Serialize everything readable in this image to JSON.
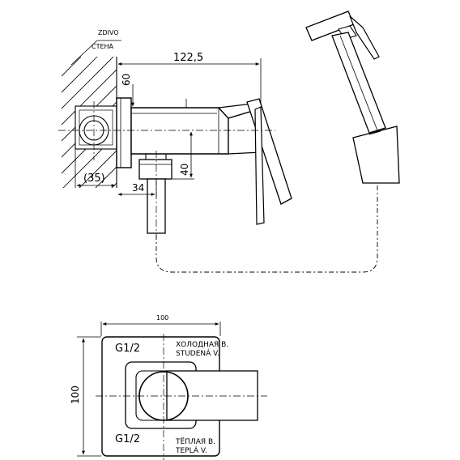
{
  "labels": {
    "wall_cz": "ZDIVO",
    "wall_ru": "СТЕНА",
    "dim_length": "122,5",
    "dim_height": "60",
    "dim_offset": "40",
    "dim_outlet": "34",
    "dim_wall_depth": "(35)",
    "plate_width": "100",
    "plate_height": "100",
    "thread_top": "G1/2",
    "thread_bottom": "G1/2",
    "cold_ru": "ХОЛОДНАЯ В.",
    "cold_cz": "STUDENÁ V.",
    "warm_ru": "ТЁПЛАЯ В.",
    "warm_cz": "TEPLÁ V."
  }
}
